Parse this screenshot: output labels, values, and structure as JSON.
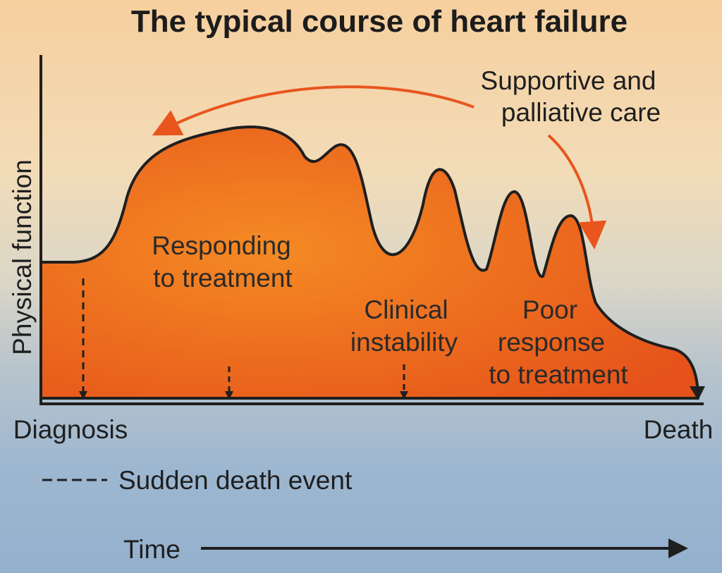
{
  "title": "The typical course of heart failure",
  "y_axis_label": "Physical function",
  "x_axis": {
    "start_label": "Diagnosis",
    "end_label": "Death",
    "time_label": "Time"
  },
  "regions": {
    "responding": [
      "Responding",
      "to treatment"
    ],
    "instability": [
      "Clinical",
      "instability"
    ],
    "poor_response": [
      "Poor",
      "response",
      "to treatment"
    ]
  },
  "supportive_care": [
    "Supportive and",
    "palliative care"
  ],
  "legend": {
    "sudden_death": "Sudden death event"
  },
  "colors": {
    "fill_light": "#f2801f",
    "fill_dark": "#e5521a",
    "outline": "#1f1f1f",
    "arrow": "#e8561e",
    "text": "#1f1f1f"
  }
}
